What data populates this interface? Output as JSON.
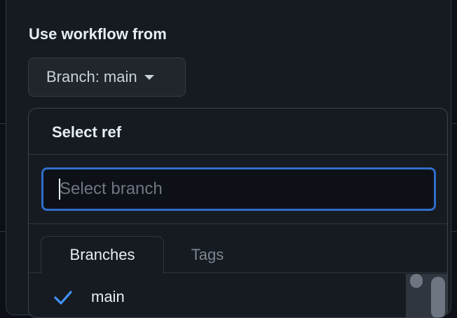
{
  "dialog": {
    "section_title": "Use workflow from",
    "branch_button_label": "Branch: main"
  },
  "ref_menu": {
    "title": "Select ref",
    "filter": {
      "placeholder": "Select branch",
      "value": ""
    },
    "tabs": [
      {
        "label": "Branches",
        "selected": true
      },
      {
        "label": "Tags",
        "selected": false
      }
    ],
    "items": [
      {
        "label": "main",
        "checked": true
      }
    ]
  },
  "colors": {
    "background": "#0d1117",
    "panel": "#161b22",
    "accent_focus": "#316dca",
    "check": "#4493f8",
    "text": "#e6edf3",
    "muted": "#7d8590"
  },
  "icons": {
    "caret": "triangle-down",
    "check": "check-mark"
  }
}
